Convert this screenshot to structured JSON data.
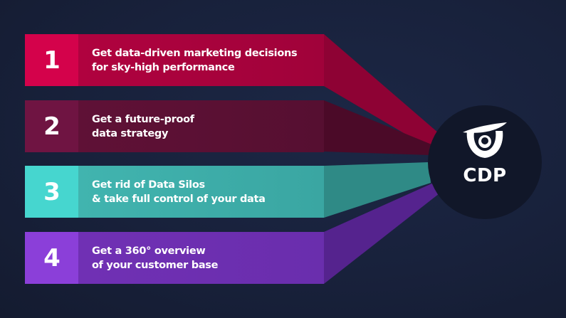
{
  "hub": {
    "label": "CDP",
    "icon": "eye-logo-icon",
    "background": "#111729"
  },
  "items": [
    {
      "number": "1",
      "lines": [
        "Get data-driven marketing decisions",
        "for sky-high performance"
      ],
      "colors": {
        "number_bg": "#d4024b",
        "body_bg": "#ad023e",
        "beam": "#8e0234"
      }
    },
    {
      "number": "2",
      "lines": [
        "Get a future-proof",
        "data strategy"
      ],
      "colors": {
        "number_bg": "#6f1442",
        "body_bg": "#5c1034",
        "beam": "#4b0a28"
      }
    },
    {
      "number": "3",
      "lines": [
        "Get rid of Data Silos",
        "& take full control of your data"
      ],
      "colors": {
        "number_bg": "#46d6cf",
        "body_bg": "#3eaaa6",
        "beam": "#2f8a86"
      }
    },
    {
      "number": "4",
      "lines": [
        "Get a 360° overview",
        "of your customer base"
      ],
      "colors": {
        "number_bg": "#8b3fd9",
        "body_bg": "#6d2fb0",
        "beam": "#55238e"
      }
    }
  ],
  "background": "#18213b"
}
